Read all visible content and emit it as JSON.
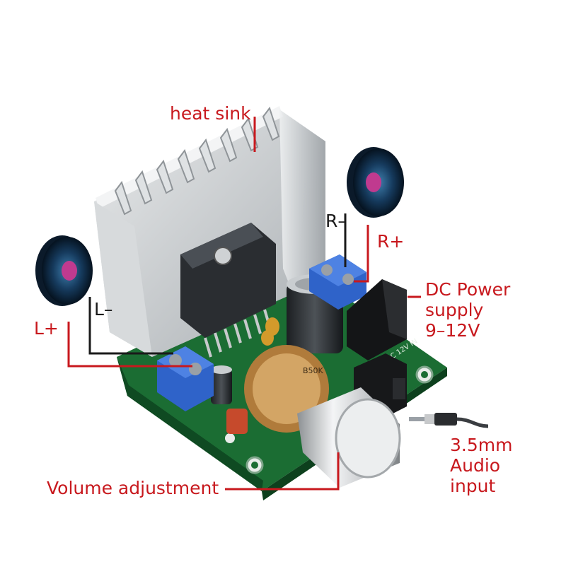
{
  "labels": {
    "heat_sink": "heat sink",
    "r_minus": "R–",
    "r_plus": "R+",
    "l_minus": "L–",
    "l_plus": "L+",
    "dc_power": [
      "DC Power",
      "supply",
      "9–12V"
    ],
    "audio_input": [
      "3.5mm",
      "Audio",
      "input"
    ],
    "volume": "Volume adjustment"
  },
  "component_markings": {
    "potentiometer": "B50K",
    "dc_jack_silk": "DC 12V IN"
  },
  "colors": {
    "label_red": "#c8191e",
    "label_dark": "#1a1a1a",
    "pcb_green": "#1f7a3a",
    "heatsink_silver": "#c9ccce",
    "terminal_blue": "#2f63c9",
    "speaker_cone": "#0f2a44",
    "speaker_center": "#c03a8f"
  },
  "icons": [
    "speaker-left-icon",
    "speaker-right-icon",
    "audio-jack-plug-icon"
  ]
}
